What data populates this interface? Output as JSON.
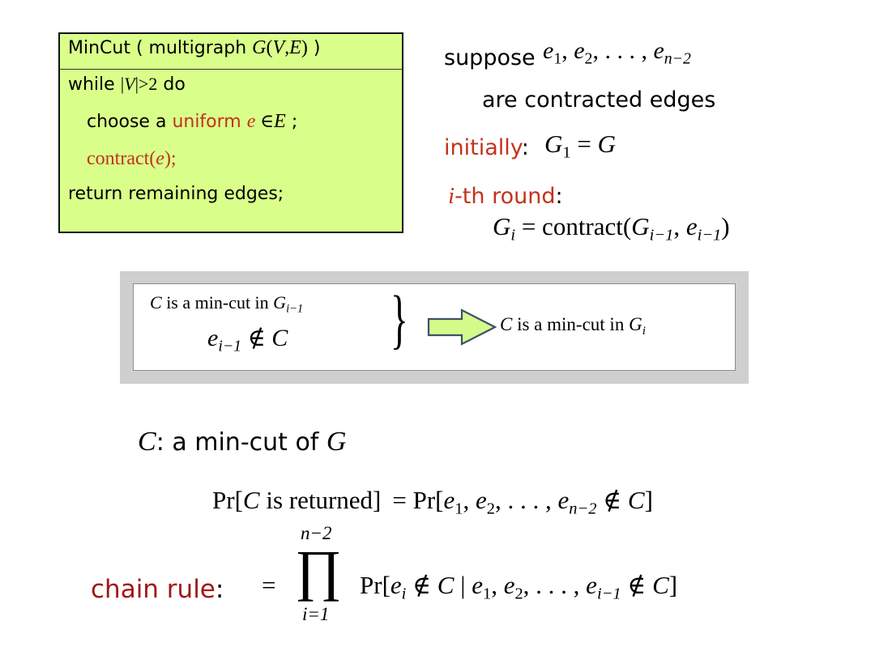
{
  "algorithm": {
    "header": {
      "prefix": "MinCut ( multigraph ",
      "G": "G",
      "open": "(",
      "V": "V",
      "comma": ",",
      "E": "E",
      "close": ")",
      "suffix": " )"
    },
    "line1": {
      "while": "while ",
      "bar1": "|",
      "V": "V",
      "bar2": "|",
      "gt": ">2",
      "do": " do"
    },
    "line2": {
      "choose": "choose a ",
      "uniform": "uniform ",
      "e": "e",
      "in": " ∈",
      "E": "E",
      "semi": " ;"
    },
    "line3": {
      "contract": "contract(",
      "e": "e",
      "close": ");"
    },
    "line4": {
      "text": "return remaining edges;"
    }
  },
  "right": {
    "suppose": "suppose",
    "edges": {
      "e1": "e",
      "s1": "1",
      "c1": ", ",
      "e2": "e",
      "s2": "2",
      "dots": ", . . . , ",
      "en": "e",
      "sn": "n−2"
    },
    "contracted": "are contracted edges",
    "initially": "initially",
    "colon": ":",
    "g1": {
      "G": "G",
      "sub": "1",
      "eq": " = ",
      "G2": "G"
    },
    "ith": {
      "i": "i",
      "rest": "-th round",
      "colon": ":"
    },
    "gi": {
      "G": "G",
      "sub": "i",
      "eq": " = contract(",
      "G2": "G",
      "sub2": "i−1",
      "comma": ", ",
      "e": "e",
      "sub3": "i−1",
      "close": ")"
    }
  },
  "lemma": {
    "cond1": {
      "C": "C",
      "text": " is a min-cut in ",
      "G": "G",
      "sub": "i−1"
    },
    "cond2": {
      "e": "e",
      "sub": "i−1",
      "notin": " ∉ ",
      "C": "C"
    },
    "brace": "}",
    "concl": {
      "C": "C",
      "text": " is a min-cut in ",
      "G": "G",
      "sub": "i"
    }
  },
  "mincut": {
    "C": "C",
    "text": ": a min-cut of ",
    "G": "G"
  },
  "prob": {
    "lhs": {
      "pr": "Pr[",
      "C": "C",
      "text": " is returned]"
    },
    "rhs": {
      "eq": "= Pr[",
      "e1": "e",
      "s1": "1",
      "c1": ", ",
      "e2": "e",
      "s2": "2",
      "dots": ", . . . , ",
      "en": "e",
      "sn": "n−2",
      "notin": " ∉ ",
      "C": "C",
      "close": "]"
    }
  },
  "chain": {
    "label": "chain rule",
    "colon": ":",
    "eq": "=",
    "upper": "n−2",
    "prod": "∏",
    "lower": "i=1",
    "body": {
      "pr": "Pr[",
      "ei": "e",
      "si": "i",
      "notin": " ∉ ",
      "C": "C",
      "bar": " | ",
      "e1": "e",
      "s1": "1",
      "c1": ", ",
      "e2": "e",
      "s2": "2",
      "dots": ", . . . , ",
      "en": "e",
      "sn": "i−1",
      "notin2": " ∉ ",
      "C2": "C",
      "close": "]"
    }
  },
  "colors": {
    "box_fill": "#d9ff8a",
    "accent_red": "#c1331c",
    "arrow_fill": "#d4fb8a",
    "frame_gray": "#cfcfcf"
  }
}
